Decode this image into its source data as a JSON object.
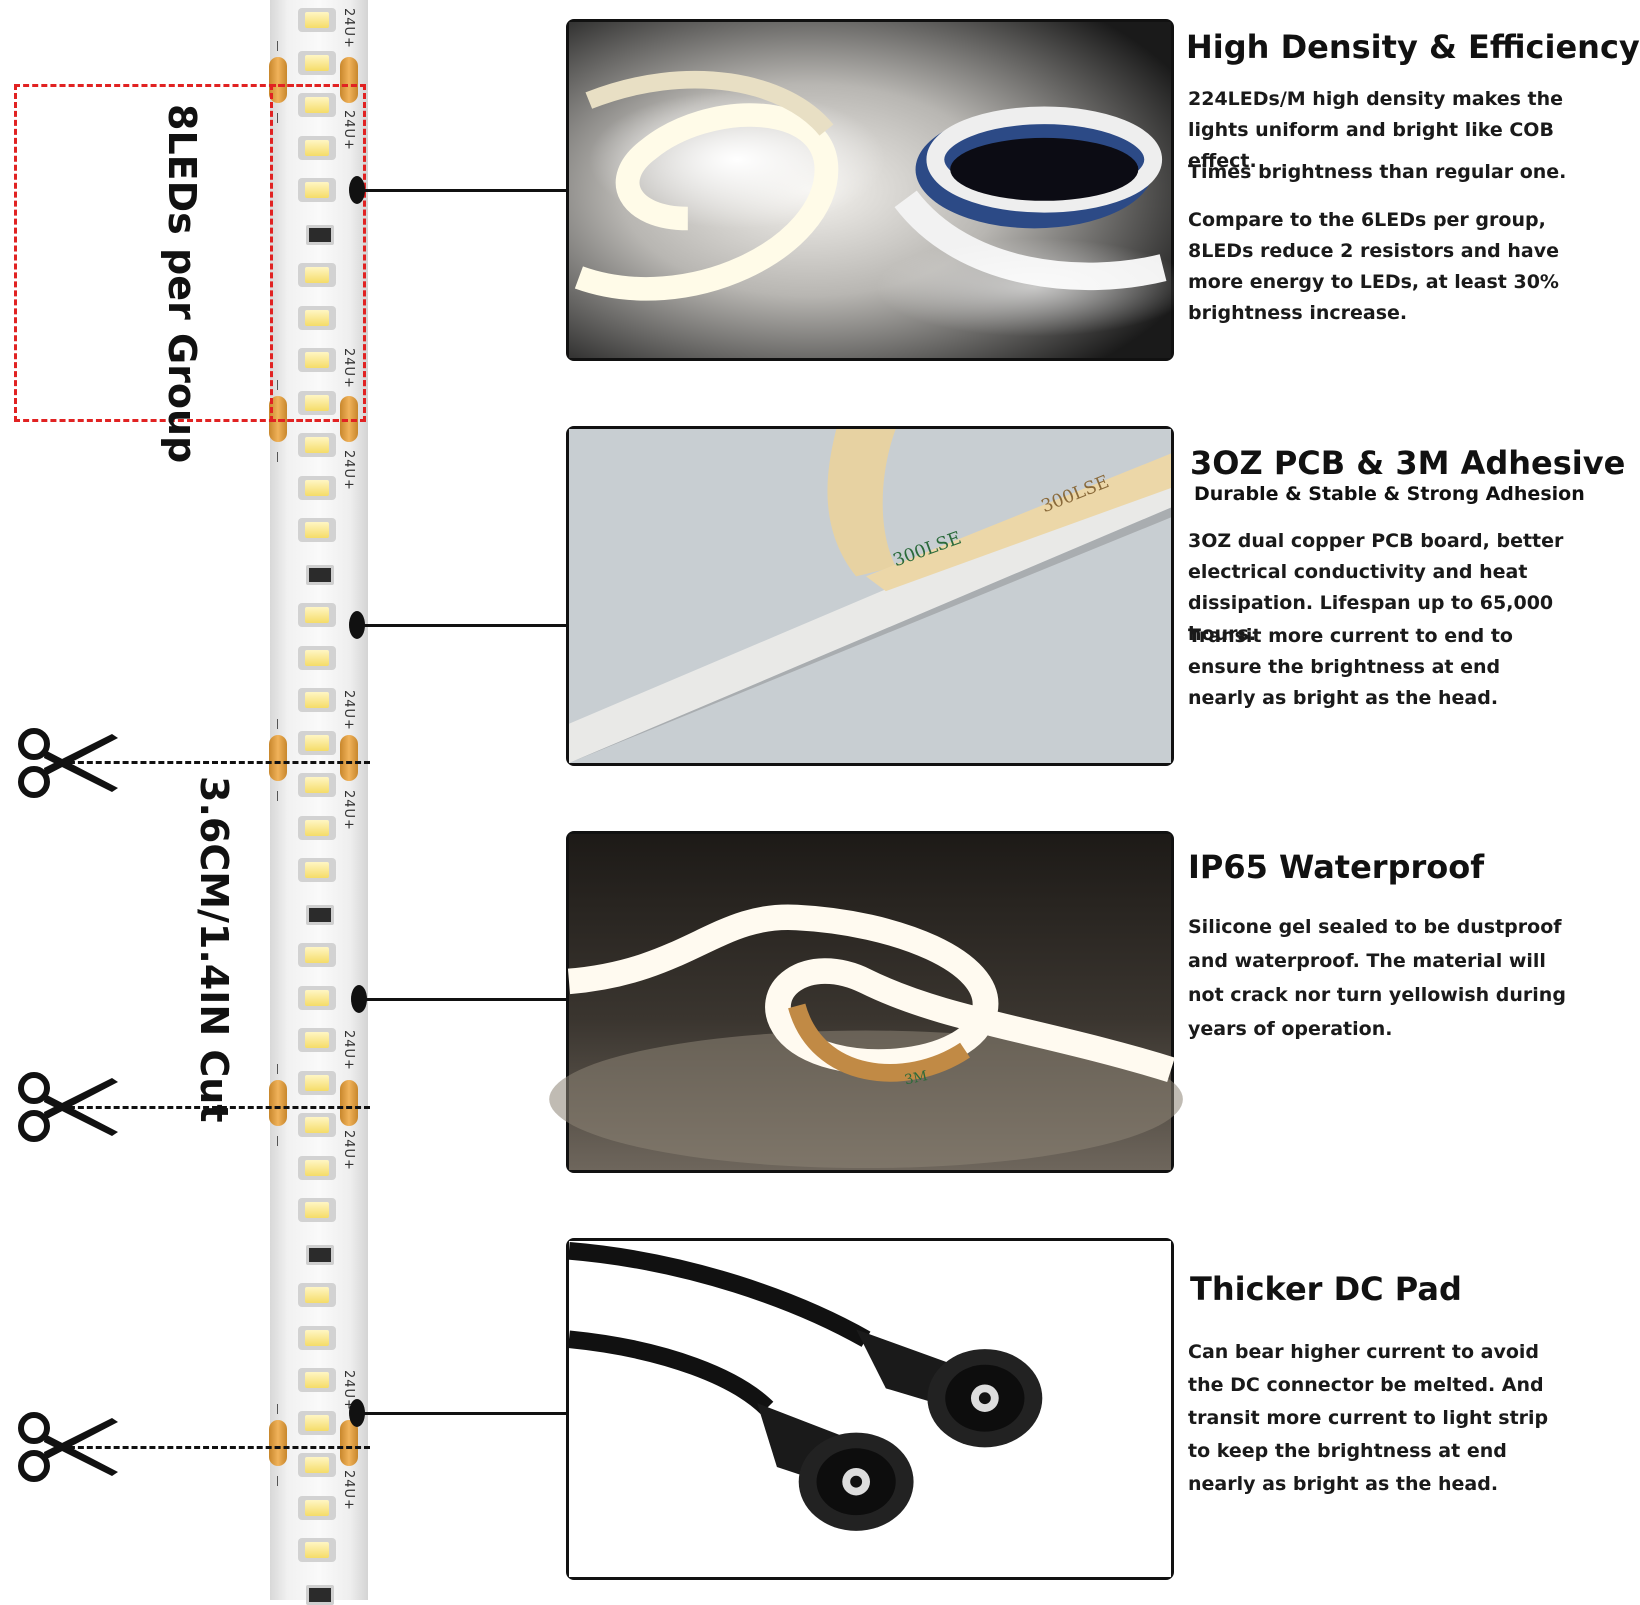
{
  "strip": {
    "voltage_label": "24U+",
    "minus_label": "-"
  },
  "group_label": "8LEDs per Group",
  "cut_label": "3.6CM/1.4IN Cut",
  "features": [
    {
      "title": "High Density & Efficiency",
      "paragraphs": [
        "224LEDs/M high density makes the lights uniform and bright like COB effect.",
        "Times brightness than regular one.",
        "Compare to the 6LEDs per group, 8LEDs reduce 2 resistors and have more energy to LEDs, at least 30% brightness increase."
      ]
    },
    {
      "title": "3OZ PCB & 3M Adhesive",
      "subtitle": "Durable & Stable & Strong Adhesion",
      "paragraphs": [
        "3OZ dual copper PCB board, better electrical conductivity and heat dissipation. Lifespan up to 65,000 hours.",
        "Transit more current to end to ensure the brightness at end nearly as bright as the head."
      ]
    },
    {
      "title": "IP65 Waterproof",
      "paragraphs": [
        "Silicone gel sealed to be dustproof and waterproof. The material will not crack nor turn yellowish during years of operation."
      ]
    },
    {
      "title": "Thicker DC Pad",
      "paragraphs": [
        "Can bear higher current to avoid the DC connector be melted. And transit more current to light strip to keep the brightness at end nearly as bright as the head."
      ]
    }
  ],
  "photo_text": {
    "tape_print": "300LSE",
    "tape_brand": "3M"
  },
  "colors": {
    "group_box": "#e12222",
    "pad": "#e8a64a",
    "led": "#f5dc68",
    "text": "#111111"
  }
}
